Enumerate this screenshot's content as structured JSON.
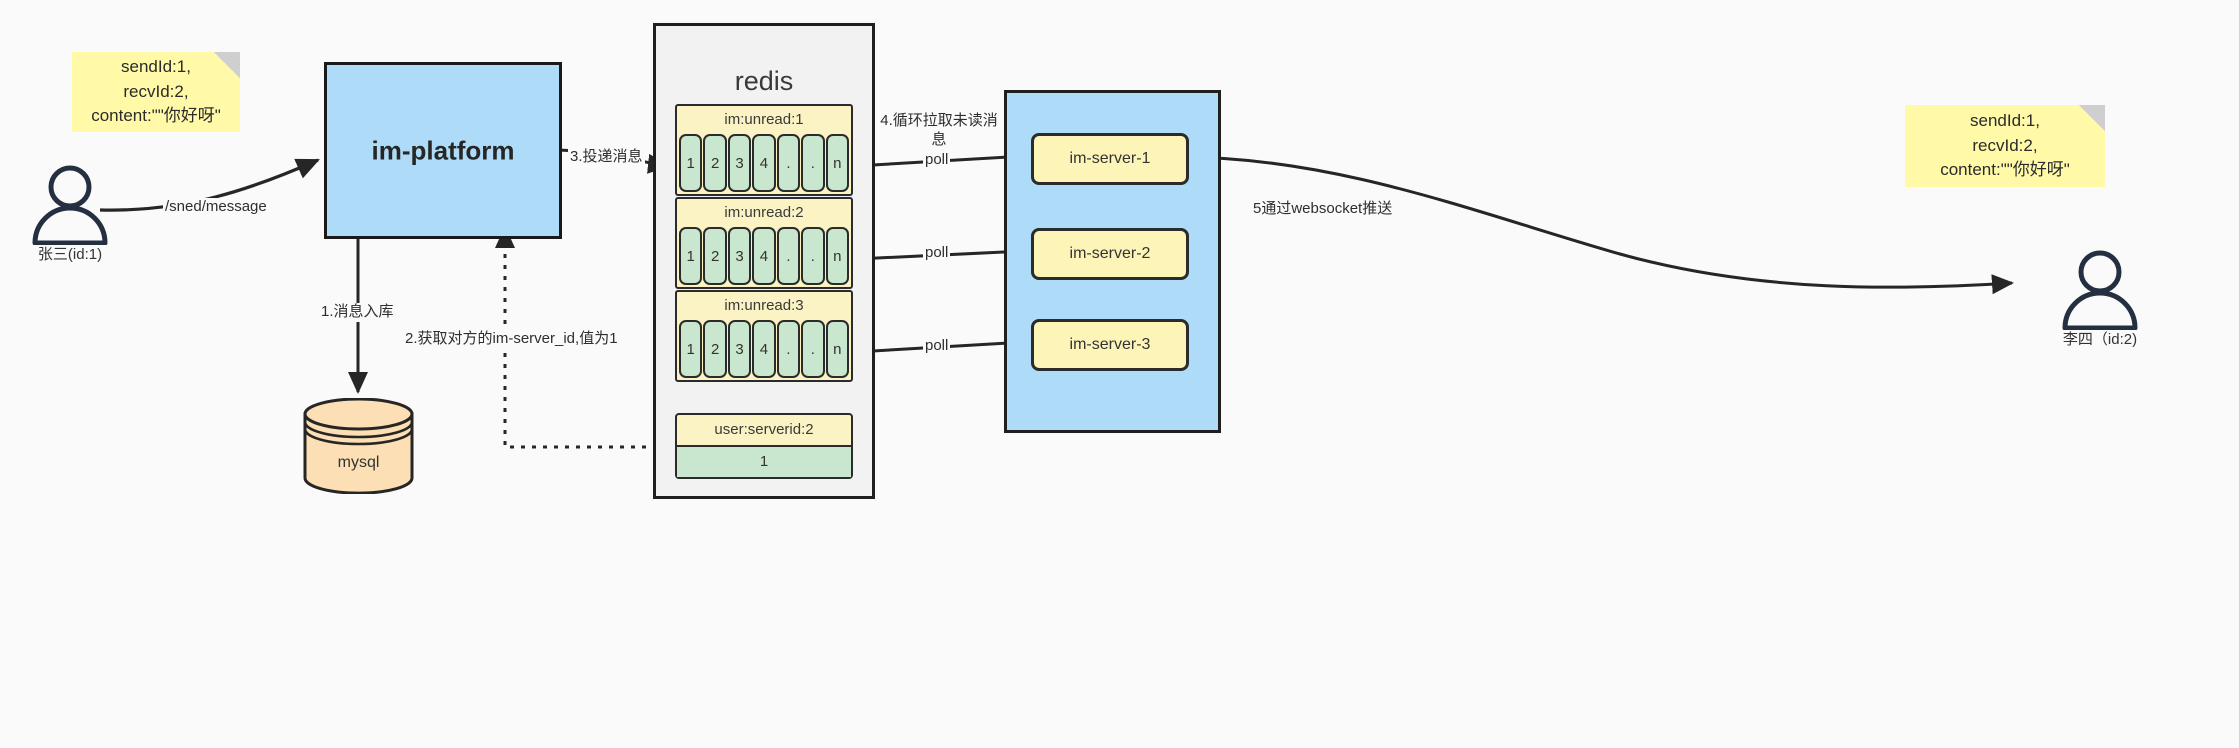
{
  "diagram": {
    "title": "IM message delivery architecture",
    "background": "#fafafa"
  },
  "notes": [
    {
      "name": "note-left",
      "text": "sendId:1,\nrecvId:2,\ncontent:\"\"你好呀\""
    },
    {
      "name": "note-right",
      "text": "sendId:1,\nrecvId:2,\ncontent:\"\"你好呀\""
    }
  ],
  "actors": [
    {
      "name": "actor-sender",
      "label": "张三(id:1)"
    },
    {
      "name": "actor-receiver",
      "label": "李四（id:2)"
    }
  ],
  "platform": {
    "label": "im-platform",
    "fill": "#AEDCF8"
  },
  "database": {
    "label": "mysql",
    "fill": "#FCDFB4"
  },
  "redis": {
    "title": "redis",
    "lists": [
      {
        "key": "im:unread:1",
        "cells": [
          "1",
          "2",
          "3",
          "4",
          ".",
          ".",
          "n"
        ]
      },
      {
        "key": "im:unread:2",
        "cells": [
          "1",
          "2",
          "3",
          "4",
          ".",
          ".",
          "n"
        ]
      },
      {
        "key": "im:unread:3",
        "cells": [
          "1",
          "2",
          "3",
          "4",
          ".",
          ".",
          "n"
        ]
      }
    ],
    "kv": {
      "key": "user:serverid:2",
      "value": "1"
    }
  },
  "servers": {
    "items": [
      {
        "label": "im-server-1"
      },
      {
        "label": "im-server-2"
      },
      {
        "label": "im-server-3"
      }
    ],
    "fill": "#AEDCF8",
    "node_fill": "#FDF4B8"
  },
  "edges": [
    {
      "name": "edge-send-message",
      "label": "/sned/message"
    },
    {
      "name": "edge-store-message",
      "label": "1.消息入库"
    },
    {
      "name": "edge-get-serverid",
      "label": "2.获取对方的im-server_id,值为1"
    },
    {
      "name": "edge-deliver-message",
      "label": "3.投递消息"
    },
    {
      "name": "edge-loop-pull",
      "label": "4.循环拉取未读消息"
    },
    {
      "name": "edge-poll-1",
      "label": "poll"
    },
    {
      "name": "edge-poll-2",
      "label": "poll"
    },
    {
      "name": "edge-poll-3",
      "label": "poll"
    },
    {
      "name": "edge-websocket-push",
      "label": "5通过websocket推送"
    }
  ],
  "colors": {
    "note": "#FFF9A8",
    "blue": "#AEDCF8",
    "yellow": "#FBF3C4",
    "green": "#C9E7CE",
    "orange": "#FCDFB4",
    "stroke": "#262626"
  }
}
